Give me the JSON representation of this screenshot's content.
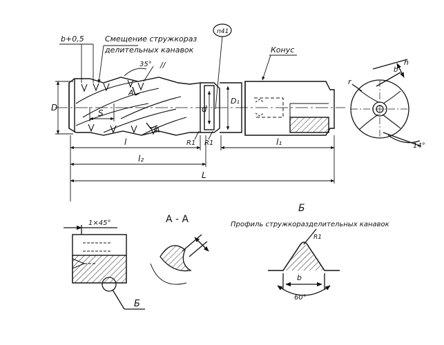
{
  "labels": {
    "offset_tol": "b+0,5",
    "offset_caption_1": "Смещение стружкораз",
    "offset_caption_2": "делительных канавок",
    "angle_35": "35°",
    "parallel_mark": "//",
    "section_mark_A_top": "A",
    "section_mark_A_bottom": "A",
    "hole_callout": "п41",
    "cone_caption": "Конус",
    "D": "D",
    "S": "S",
    "d": "d",
    "D1": "D₁",
    "R1_left": "R1",
    "R1_right": "R1",
    "l": "l",
    "l2": "l₂",
    "l1": "l₁",
    "L": "L",
    "h": "h",
    "r": "r",
    "b_right": "b",
    "angle_14": "14°",
    "chamfer": "1×45°",
    "section_title": "А - А",
    "view_b_letter": "Б",
    "profile_caption": "Профиль стружкоразделительных канавок",
    "R_profile": "R1",
    "b_profile": "b",
    "angle_60": "60°",
    "callout_b": "Б"
  },
  "colors": {
    "ink": "#111111",
    "paper": "#ffffff"
  }
}
